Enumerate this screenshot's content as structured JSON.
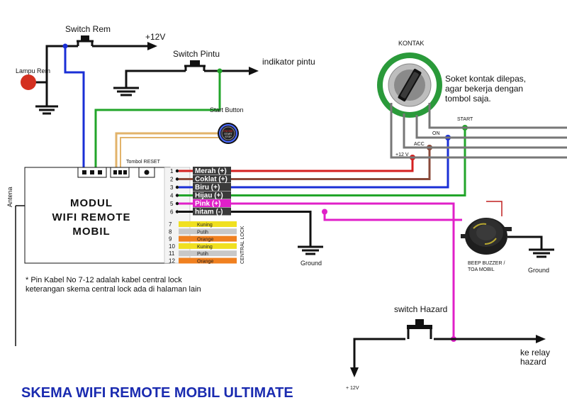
{
  "title": "SKEMA WIFI REMOTE MOBIL ULTIMATE",
  "module": {
    "line1": "MODUL",
    "line2": "WIFI REMOTE",
    "line3": "MOBIL"
  },
  "labels": {
    "switch_rem": "Switch Rem",
    "plus12v_top": "+12V",
    "switch_pintu": "Switch Pintu",
    "indikator_pintu": "indikator pintu",
    "lampu_rem": "Lampu Rem",
    "start_button": "Start Button",
    "tombol_reset": "Tombol RESET",
    "antena": "Antena",
    "kontak": "KONTAK",
    "soket_note_1": "Soket kontak dilepas,",
    "soket_note_2": "agar bekerja dengan",
    "soket_note_3": "tombol saja.",
    "start": "START",
    "on": "ON",
    "acc": "ACC",
    "plus12v_kontak": "+12 V",
    "ground_left": "Ground",
    "beep_buzzer_1": "BEEP BUZZER /",
    "beep_buzzer_2": "TOA MOBIL",
    "ground_right": "Ground",
    "switch_hazard": "switch Hazard",
    "ke_relay_1": "ke relay",
    "ke_relay_2": "hazard",
    "plus12v_bottom": "+ 12V",
    "central_lock": "CENTRAL LOCK",
    "button_start_text": "ENGINE START STOP",
    "footnote_1": "* Pin Kabel No 7-12 adalah kabel central lock",
    "footnote_2": "keterangan skema central lock ada di halaman lain"
  },
  "wires": [
    {
      "pin": "1",
      "label": "Merah (+)",
      "color": "#d42020"
    },
    {
      "pin": "2",
      "label": "Coklat (+)",
      "color": "#8a4a3a"
    },
    {
      "pin": "3",
      "label": "Biru (+)",
      "color": "#1a2fd6"
    },
    {
      "pin": "4",
      "label": "Hijau (+)",
      "color": "#22a52a"
    },
    {
      "pin": "5",
      "label": "Pink (+)",
      "color": "#e020c8"
    },
    {
      "pin": "6",
      "label": "hitam (-)",
      "color": "#111111"
    }
  ],
  "central_lock_wires": [
    {
      "pin": "7",
      "label": "Kuning",
      "color": "#f0e020"
    },
    {
      "pin": "8",
      "label": "Putih",
      "color": "#c8c8c8"
    },
    {
      "pin": "9",
      "label": "Orange",
      "color": "#f08020"
    },
    {
      "pin": "10",
      "label": "Kuning",
      "color": "#f0e020"
    },
    {
      "pin": "11",
      "label": "Putih",
      "color": "#c8c8c8"
    },
    {
      "pin": "12",
      "label": "Orange",
      "color": "#f08020"
    }
  ]
}
